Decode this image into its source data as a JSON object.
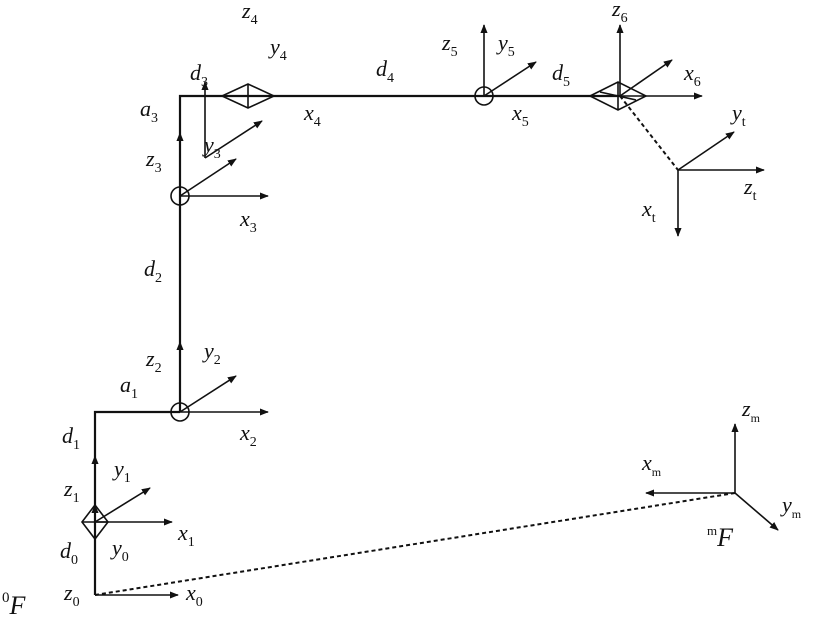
{
  "labels": {
    "F0": {
      "sup": "0",
      "main": "F"
    },
    "Fm": {
      "sup": "m",
      "main": "F"
    },
    "z0": {
      "main": "z",
      "sub": "0"
    },
    "x0": {
      "main": "x",
      "sub": "0"
    },
    "y0": {
      "main": "y",
      "sub": "0"
    },
    "d0": {
      "main": "d",
      "sub": "0"
    },
    "z1": {
      "main": "z",
      "sub": "1"
    },
    "x1": {
      "main": "x",
      "sub": "1"
    },
    "y1": {
      "main": "y",
      "sub": "1"
    },
    "d1": {
      "main": "d",
      "sub": "1"
    },
    "a1": {
      "main": "a",
      "sub": "1"
    },
    "z2": {
      "main": "z",
      "sub": "2"
    },
    "x2": {
      "main": "x",
      "sub": "2"
    },
    "y2": {
      "main": "y",
      "sub": "2"
    },
    "d2": {
      "main": "d",
      "sub": "2"
    },
    "z3": {
      "main": "z",
      "sub": "3"
    },
    "x3": {
      "main": "x",
      "sub": "3"
    },
    "y3": {
      "main": "y",
      "sub": "3"
    },
    "a3": {
      "main": "a",
      "sub": "3"
    },
    "d3": {
      "main": "d",
      "sub": "3"
    },
    "z4": {
      "main": "z",
      "sub": "4"
    },
    "y4": {
      "main": "y",
      "sub": "4"
    },
    "x4": {
      "main": "x",
      "sub": "4"
    },
    "d4": {
      "main": "d",
      "sub": "4"
    },
    "z5": {
      "main": "z",
      "sub": "5"
    },
    "y5": {
      "main": "y",
      "sub": "5"
    },
    "x5": {
      "main": "x",
      "sub": "5"
    },
    "d5": {
      "main": "d",
      "sub": "5"
    },
    "z6": {
      "main": "z",
      "sub": "6"
    },
    "x6": {
      "main": "x",
      "sub": "6"
    },
    "yt": {
      "main": "y",
      "sub": "t"
    },
    "zt": {
      "main": "z",
      "sub": "t"
    },
    "xt": {
      "main": "x",
      "sub": "t"
    },
    "zm": {
      "main": "z",
      "sub": "m"
    },
    "xm": {
      "main": "x",
      "sub": "m"
    },
    "ym": {
      "main": "y",
      "sub": "m"
    }
  }
}
